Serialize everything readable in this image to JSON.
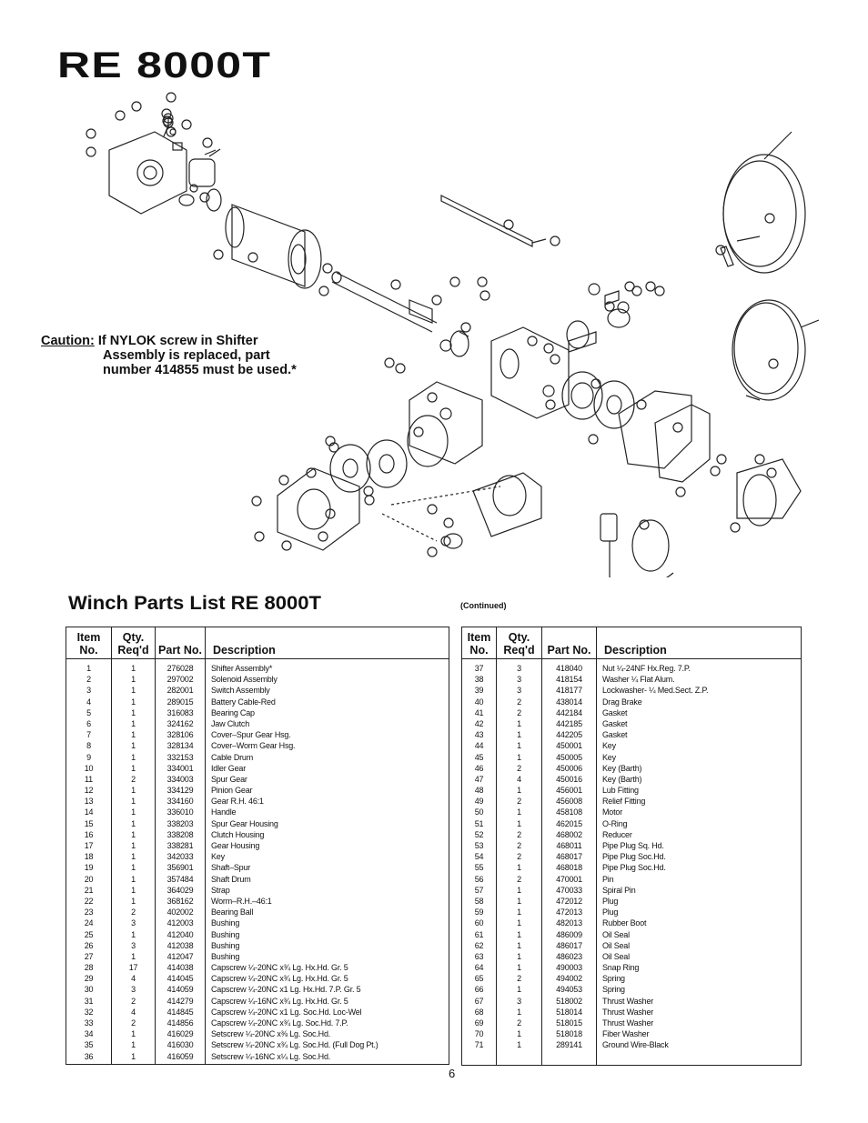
{
  "header": {
    "title": "RE 8000T"
  },
  "caution": {
    "label": "Caution:",
    "line1": "If NYLOK screw in Shifter",
    "line2": "Assembly is replaced, part",
    "line3": "number 414855 must be used.*"
  },
  "parts_list": {
    "title": "Winch Parts List RE 8000T",
    "continued": "(Continued)",
    "headers": {
      "item": "Item No.",
      "qty": "Qty. Req'd",
      "part": "Part No.",
      "desc": "Description"
    },
    "left_rows": [
      [
        "1",
        "1",
        "276028",
        "Shifter Assembly*"
      ],
      [
        "2",
        "1",
        "297002",
        "Solenoid Assembly"
      ],
      [
        "3",
        "1",
        "282001",
        "Switch Assembly"
      ],
      [
        "4",
        "1",
        "289015",
        "Battery Cable-Red"
      ],
      [
        "5",
        "1",
        "316083",
        "Bearing Cap"
      ],
      [
        "6",
        "1",
        "324162",
        "Jaw Clutch"
      ],
      [
        "7",
        "1",
        "328106",
        "Cover–Spur Gear Hsg."
      ],
      [
        "8",
        "1",
        "328134",
        "Cover–Worm Gear Hsg."
      ],
      [
        "9",
        "1",
        "332153",
        "Cable Drum"
      ],
      [
        "10",
        "1",
        "334001",
        "Idler Gear"
      ],
      [
        "11",
        "2",
        "334003",
        "Spur Gear"
      ],
      [
        "12",
        "1",
        "334129",
        "Pinion Gear"
      ],
      [
        "13",
        "1",
        "334160",
        "Gear R.H. 46:1"
      ],
      [
        "14",
        "1",
        "336010",
        "Handle"
      ],
      [
        "15",
        "1",
        "338203",
        "Spur Gear Housing"
      ],
      [
        "16",
        "1",
        "338208",
        "Clutch Housing"
      ],
      [
        "17",
        "1",
        "338281",
        "Gear Housing"
      ],
      [
        "18",
        "1",
        "342033",
        "Key"
      ],
      [
        "19",
        "1",
        "356901",
        "Shaft–Spur"
      ],
      [
        "20",
        "1",
        "357484",
        "Shaft Drum"
      ],
      [
        "21",
        "1",
        "364029",
        "Strap"
      ],
      [
        "22",
        "1",
        "368162",
        "Worm–R.H.–46:1"
      ],
      [
        "23",
        "2",
        "402002",
        "Bearing Ball"
      ],
      [
        "24",
        "3",
        "412003",
        "Bushing"
      ],
      [
        "25",
        "1",
        "412040",
        "Bushing"
      ],
      [
        "26",
        "3",
        "412038",
        "Bushing"
      ],
      [
        "27",
        "1",
        "412047",
        "Bushing"
      ],
      [
        "28",
        "17",
        "414038",
        "Capscrew ¼-20NC x¾ Lg. Hx.Hd. Gr. 5"
      ],
      [
        "29",
        "4",
        "414045",
        "Capscrew ¼-20NC x¾ Lg. Hx.Hd. Gr. 5"
      ],
      [
        "30",
        "3",
        "414059",
        "Capscrew ¼-20NC x1 Lg. Hx.Hd. 7.P. Gr. 5"
      ],
      [
        "31",
        "2",
        "414279",
        "Capscrew ¼-16NC x¾ Lg. Hx.Hd. Gr. 5"
      ],
      [
        "32",
        "4",
        "414845",
        "Capscrew ¼-20NC x1 Lg. Soc.Hd. Loc-Wel"
      ],
      [
        "33",
        "2",
        "414856",
        "Capscrew ¼-20NC x¾ Lg. Soc.Hd. 7.P."
      ],
      [
        "34",
        "1",
        "416029",
        "Setscrew ¼-20NC x⅜ Lg. Soc.Hd."
      ],
      [
        "35",
        "1",
        "416030",
        "Setscrew ¼-20NC x¾ Lg. Soc.Hd. (Full Dog Pt.)"
      ],
      [
        "36",
        "1",
        "416059",
        "Setscrew ¼-16NC x¼ Lg. Soc.Hd."
      ]
    ],
    "right_rows": [
      [
        "37",
        "3",
        "418040",
        "Nut ¼-24NF Hx.Reg. 7.P."
      ],
      [
        "38",
        "3",
        "418154",
        "Washer ¼ Flat Alum."
      ],
      [
        "39",
        "3",
        "418177",
        "Lockwasher- ¼ Med.Sect. Z.P."
      ],
      [
        "40",
        "2",
        "438014",
        "Drag Brake"
      ],
      [
        "41",
        "2",
        "442184",
        "Gasket"
      ],
      [
        "42",
        "1",
        "442185",
        "Gasket"
      ],
      [
        "43",
        "1",
        "442205",
        "Gasket"
      ],
      [
        "44",
        "1",
        "450001",
        "Key"
      ],
      [
        "45",
        "1",
        "450005",
        "Key"
      ],
      [
        "46",
        "2",
        "450006",
        "Key (Barth)"
      ],
      [
        "47",
        "4",
        "450016",
        "Key (Barth)"
      ],
      [
        "48",
        "1",
        "456001",
        "Lub Fitting"
      ],
      [
        "49",
        "2",
        "456008",
        "Relief Fitting"
      ],
      [
        "50",
        "1",
        "458108",
        "Motor"
      ],
      [
        "51",
        "1",
        "462015",
        "O-Ring"
      ],
      [
        "52",
        "2",
        "468002",
        "Reducer"
      ],
      [
        "53",
        "2",
        "468011",
        "Pipe Plug Sq. Hd."
      ],
      [
        "54",
        "2",
        "468017",
        "Pipe Plug Soc.Hd."
      ],
      [
        "55",
        "1",
        "468018",
        "Pipe Plug Soc.Hd."
      ],
      [
        "56",
        "2",
        "470001",
        "Pin"
      ],
      [
        "57",
        "1",
        "470033",
        "Spiral Pin"
      ],
      [
        "58",
        "1",
        "472012",
        "Plug"
      ],
      [
        "59",
        "1",
        "472013",
        "Plug"
      ],
      [
        "60",
        "1",
        "482013",
        "Rubber Boot"
      ],
      [
        "61",
        "1",
        "486009",
        "Oil Seal"
      ],
      [
        "62",
        "1",
        "486017",
        "Oil Seal"
      ],
      [
        "63",
        "1",
        "486023",
        "Oil Seal"
      ],
      [
        "64",
        "1",
        "490003",
        "Snap Ring"
      ],
      [
        "65",
        "2",
        "494002",
        "Spring"
      ],
      [
        "66",
        "1",
        "494053",
        "Spring"
      ],
      [
        "67",
        "3",
        "518002",
        "Thrust Washer"
      ],
      [
        "68",
        "1",
        "518014",
        "Thrust Washer"
      ],
      [
        "69",
        "2",
        "518015",
        "Thrust Washer"
      ],
      [
        "70",
        "1",
        "518018",
        "Fiber Washer"
      ],
      [
        "71",
        "1",
        "289141",
        "Ground Wire-Black"
      ]
    ]
  },
  "footer": {
    "page": "6"
  }
}
